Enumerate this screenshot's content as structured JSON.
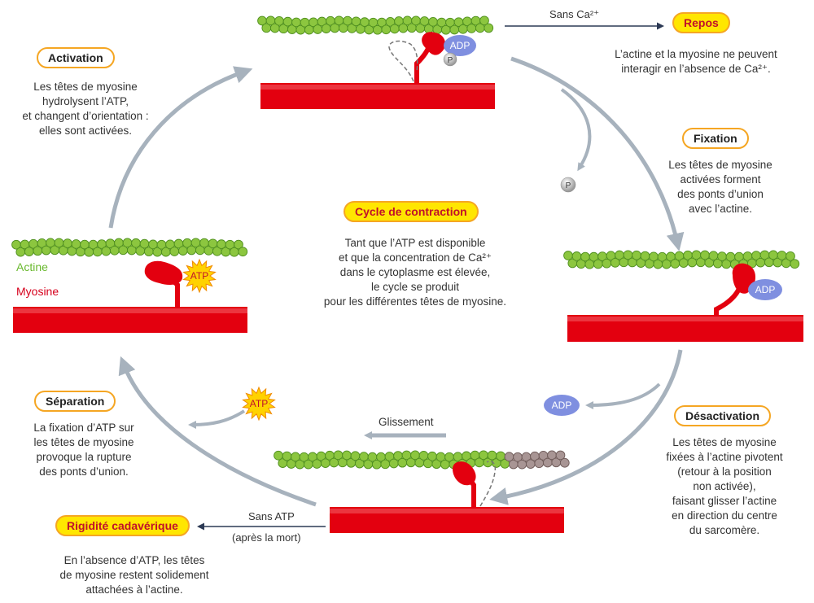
{
  "labels": {
    "repos": "Repos",
    "fixation": "Fixation",
    "desactivation": "Désactivation",
    "rigidite": "Rigidité cadavérique",
    "separation": "Séparation",
    "activation": "Activation",
    "cycle": "Cycle de contraction"
  },
  "texts": {
    "repos": [
      "L’actine et la myosine ne peuvent",
      "interagir en l’absence de Ca²⁺."
    ],
    "fixation": [
      "Les têtes de myosine",
      "activées forment",
      "des ponts d’union",
      "avec l’actine."
    ],
    "desactivation": [
      "Les têtes de myosine",
      "fixées à l’actine pivotent",
      "(retour à la position",
      "non activée),",
      "faisant glisser l’actine",
      "en direction du centre",
      "du sarcomère."
    ],
    "rigidite": [
      "En l’absence d’ATP, les têtes",
      "de myosine restent solidement",
      "attachées à l’actine."
    ],
    "separation": [
      "La fixation d’ATP sur",
      "les têtes de myosine",
      "provoque la rupture",
      "des ponts d’union."
    ],
    "activation": [
      "Les têtes de myosine",
      "hydrolysent l’ATP,",
      "et changent d’orientation :",
      "elles sont activées."
    ],
    "cycle": [
      "Tant que l’ATP est disponible",
      "et que la concentration de Ca²⁺",
      "dans le cytoplasme est élevée,",
      "le cycle se produit",
      "pour les différentes têtes de myosine."
    ]
  },
  "arrows": {
    "sans_ca": "Sans Ca²⁺",
    "glissement": "Glissement",
    "sans_atp": "Sans ATP",
    "apres_mort": "(après la mort)"
  },
  "filaments": {
    "actine": "Actine",
    "myosine": "Myosine"
  },
  "molecules": {
    "adp": "ADP",
    "atp": "ATP",
    "p": "P"
  },
  "colors": {
    "actin": "#8cc63f",
    "actin_dark": "#4f8f1e",
    "myosin": "#e3000f",
    "adp": "#7f8fe0",
    "atp": "#ffd200",
    "arrow": "#a7b2bd",
    "box_border": "#f5a623",
    "box_yellow": "#ffe600"
  }
}
